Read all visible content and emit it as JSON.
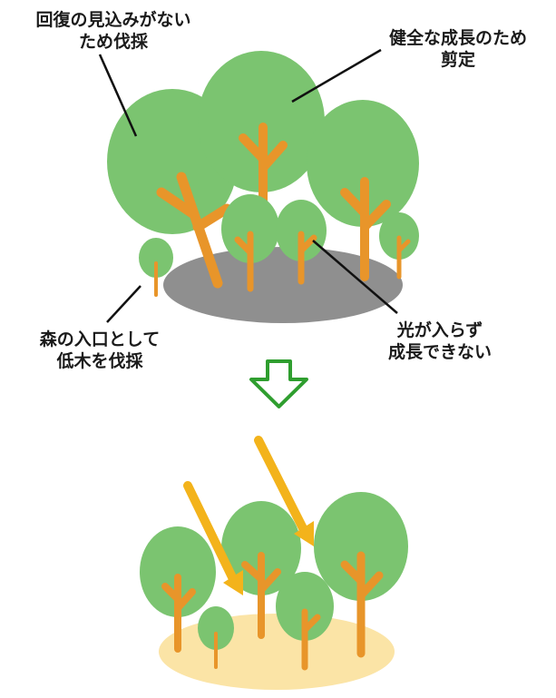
{
  "colors": {
    "canopy": "#7bc470",
    "canopy_edge": "#6ab25f",
    "trunk": "#e8952a",
    "shadow_ground": "#8f8f8f",
    "sunny_ground": "#fbe4a6",
    "sun_ray": "#f3b31b",
    "down_arrow": "#2f9e2f",
    "leader_line": "#111111"
  },
  "labels": {
    "cut_no_recovery": {
      "line1": "回復の見込みがない",
      "line2": "ため伐採"
    },
    "prune_healthy": {
      "line1": "健全な成長のため",
      "line2": "剪定"
    },
    "cut_low_trees": {
      "line1": "森の入口として",
      "line2": "低木を伐採"
    },
    "no_light": {
      "line1": "光が入らず",
      "line2": "成長できない"
    }
  },
  "icons": {
    "transition": "down-arrow-icon",
    "light": "sun-ray-arrow-icon",
    "tree": "tree-icon"
  }
}
